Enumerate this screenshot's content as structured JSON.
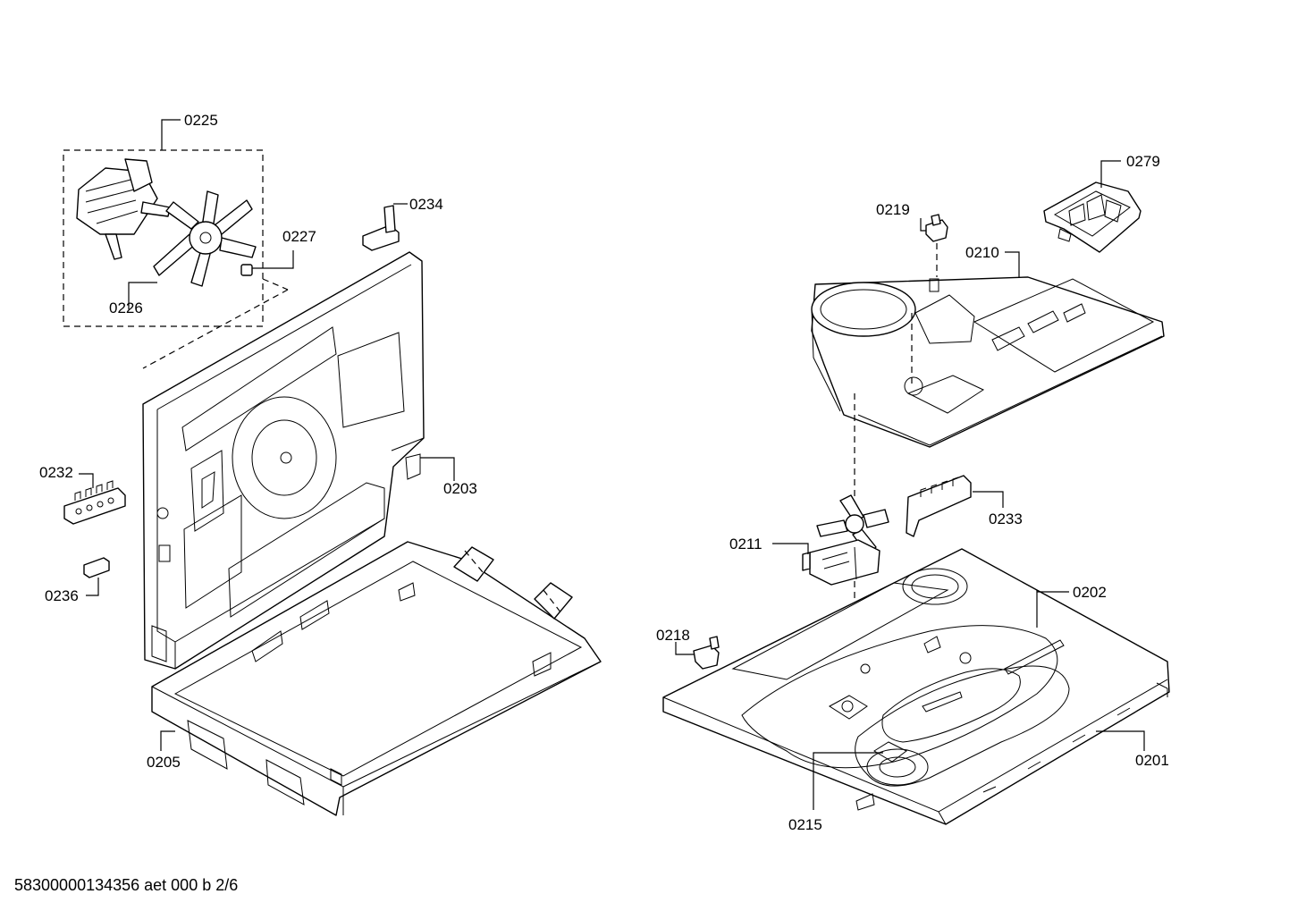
{
  "labels": {
    "p0225": "0225",
    "p0226": "0226",
    "p0227": "0227",
    "p0234": "0234",
    "p0232": "0232",
    "p0236": "0236",
    "p0203": "0203",
    "p0205": "0205",
    "p0219": "0219",
    "p0210": "0210",
    "p0279": "0279",
    "p0211": "0211",
    "p0233": "0233",
    "p0202": "0202",
    "p0218": "0218",
    "p0215": "0215",
    "p0201": "0201"
  },
  "footer": "58300000134356 aet 000 b 2/6"
}
